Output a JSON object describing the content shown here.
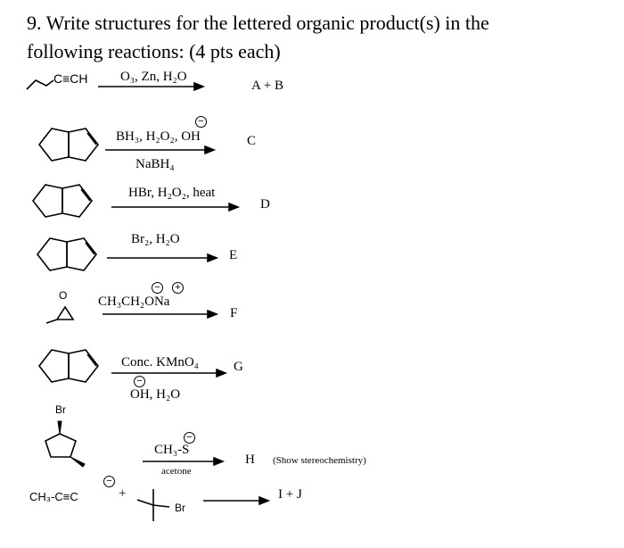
{
  "question": {
    "line1": "9. Write structures for the lettered organic product(s) in the",
    "line2": "following reactions: (4 pts each)"
  },
  "reactions": [
    {
      "id": "r1",
      "substrate_label": "C≡CH",
      "reagents_above": "O₃, Zn, H₂O",
      "products": "A + B"
    },
    {
      "id": "r2",
      "reagents_above": "BH₃, H₂O₂, OH",
      "reagents_below": "NaBH₄",
      "products": "C"
    },
    {
      "id": "r3",
      "reagents_above": "HBr, H₂O₂, heat",
      "products": "D"
    },
    {
      "id": "r4",
      "reagents_above": "Br₂, H₂O",
      "products": "E"
    },
    {
      "id": "r5",
      "substrate_label": "O",
      "reagents_above": "CH₃CH₂ONa",
      "products": "F"
    },
    {
      "id": "r6",
      "reagents_above": "Conc. KMnO₄",
      "reagents_below": "OH, H₂O",
      "products": "G"
    },
    {
      "id": "r7",
      "substrate_label": "Br",
      "reagents_above": "CH₃-S",
      "reagents_below": "acetone",
      "products": "H",
      "note": "(Show stereochemistry)"
    },
    {
      "id": "r8",
      "reactant1": "CH₃-C≡C",
      "plus": "+",
      "reactant2_label": "Br",
      "products": "I + J"
    }
  ],
  "charges": {
    "minus": "−",
    "plus": "+"
  }
}
